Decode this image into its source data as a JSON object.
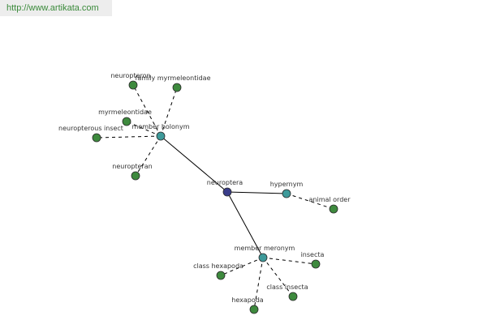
{
  "header": {
    "url": "http://www.artikata.com"
  },
  "colors": {
    "center_node": "#3a3d8a",
    "relation_node": "#3e9a9a",
    "leaf_node": "#3e8a3e"
  },
  "graph": {
    "nodes": [
      {
        "id": "neuroptera",
        "label": "neuroptera",
        "kind": "center"
      },
      {
        "id": "member_holonym",
        "label": "member holonym",
        "kind": "relation"
      },
      {
        "id": "hypernym",
        "label": "hypernym",
        "kind": "relation"
      },
      {
        "id": "member_meronym",
        "label": "member meronym",
        "kind": "relation"
      },
      {
        "id": "neuropteron",
        "label": "neuropteron",
        "kind": "leaf"
      },
      {
        "id": "family_myrmeleontidae",
        "label": "family myrmeleontidae",
        "kind": "leaf"
      },
      {
        "id": "myrmeleontidae",
        "label": "myrmeleontidae",
        "kind": "leaf"
      },
      {
        "id": "neuropterous_insect",
        "label": "neuropterous insect",
        "kind": "leaf"
      },
      {
        "id": "neuropteran",
        "label": "neuropteran",
        "kind": "leaf"
      },
      {
        "id": "animal_order",
        "label": "animal order",
        "kind": "leaf"
      },
      {
        "id": "insecta",
        "label": "insecta",
        "kind": "leaf"
      },
      {
        "id": "class_hexapoda",
        "label": "class hexapoda",
        "kind": "leaf"
      },
      {
        "id": "class_insecta",
        "label": "class insecta",
        "kind": "leaf"
      },
      {
        "id": "hexapoda",
        "label": "hexapoda",
        "kind": "leaf"
      }
    ],
    "edges": [
      {
        "from": "neuroptera",
        "to": "member_holonym",
        "style": "solid"
      },
      {
        "from": "neuroptera",
        "to": "hypernym",
        "style": "solid"
      },
      {
        "from": "neuroptera",
        "to": "member_meronym",
        "style": "solid"
      },
      {
        "from": "member_holonym",
        "to": "neuropteron",
        "style": "dashed"
      },
      {
        "from": "member_holonym",
        "to": "family_myrmeleontidae",
        "style": "dashed"
      },
      {
        "from": "member_holonym",
        "to": "myrmeleontidae",
        "style": "dashed"
      },
      {
        "from": "member_holonym",
        "to": "neuropterous_insect",
        "style": "dashed"
      },
      {
        "from": "member_holonym",
        "to": "neuropteran",
        "style": "dashed"
      },
      {
        "from": "hypernym",
        "to": "animal_order",
        "style": "dashed"
      },
      {
        "from": "member_meronym",
        "to": "insecta",
        "style": "dashed"
      },
      {
        "from": "member_meronym",
        "to": "class_hexapoda",
        "style": "dashed"
      },
      {
        "from": "member_meronym",
        "to": "class_insecta",
        "style": "dashed"
      },
      {
        "from": "member_meronym",
        "to": "hexapoda",
        "style": "dashed"
      }
    ]
  }
}
